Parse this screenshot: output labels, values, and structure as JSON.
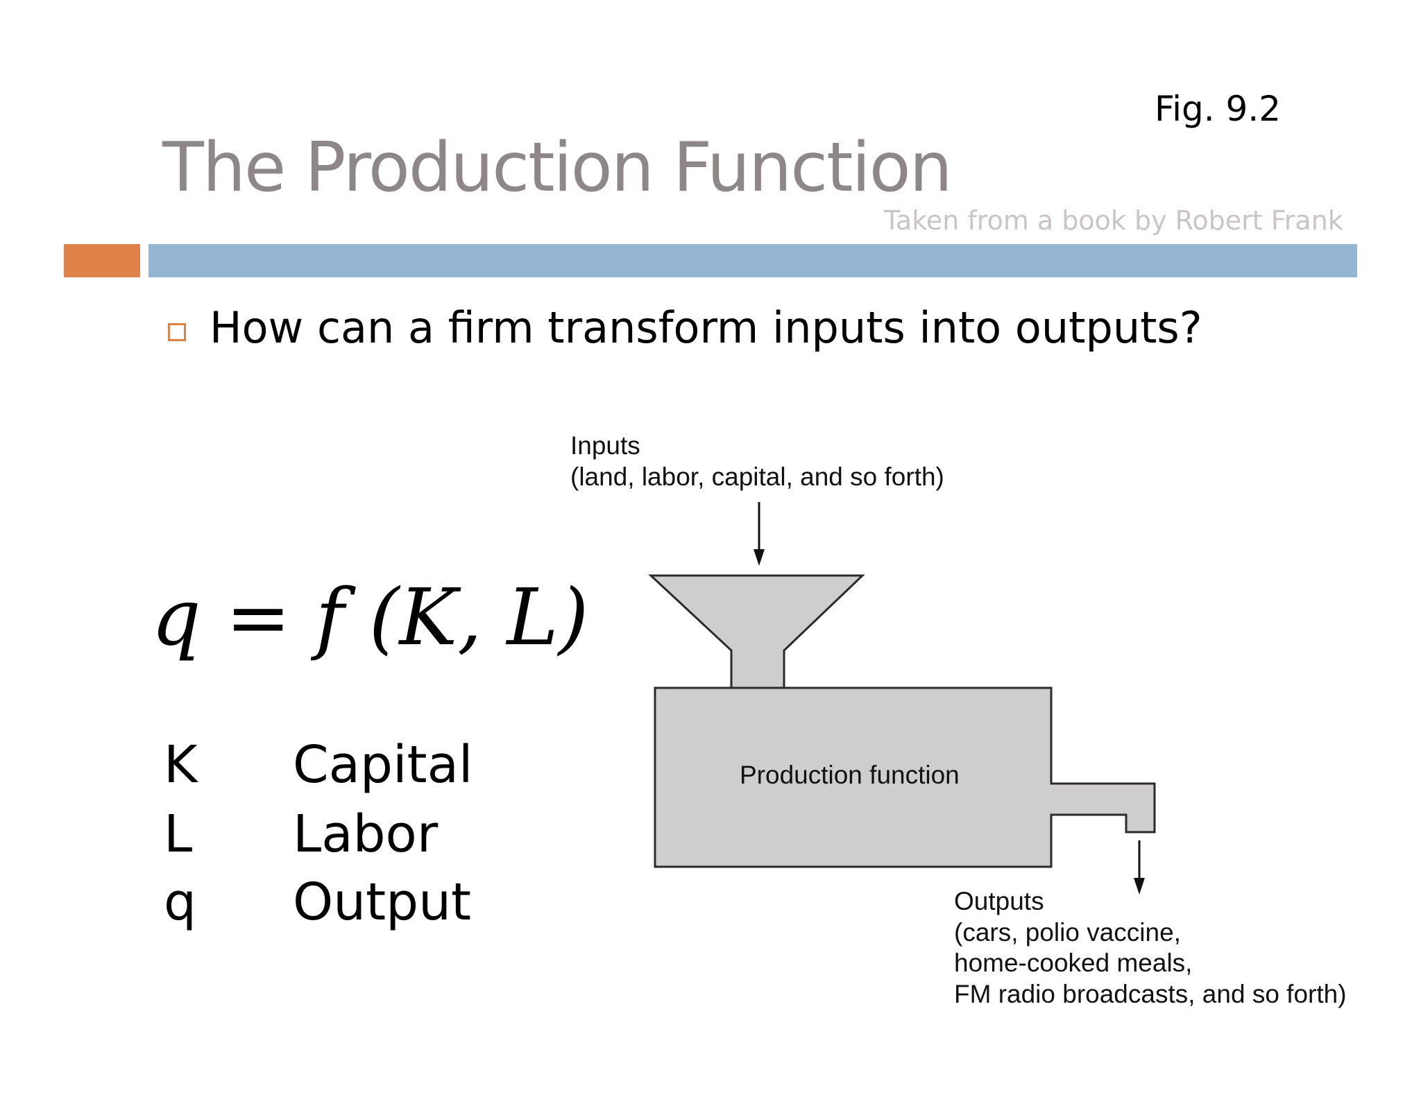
{
  "figure_label": "Fig. 9.2",
  "title": "The Production Function",
  "source_note": "Taken from a book by Robert Frank",
  "bullet": "How can a firm transform inputs into outputs?",
  "formula": "q = f (K, L)",
  "variables": [
    {
      "symbol": "K",
      "meaning": "Capital"
    },
    {
      "symbol": "L",
      "meaning": "Labor"
    },
    {
      "symbol": "q",
      "meaning": "Output"
    }
  ],
  "diagram": {
    "inputs_title": "Inputs",
    "inputs_detail": "(land, labor, capital, and so forth)",
    "box_label": "Production function",
    "outputs_title": "Outputs",
    "outputs_lines": [
      "(cars, polio vaccine,",
      "home-cooked meals,",
      "FM radio broadcasts, and so forth)"
    ]
  },
  "colors": {
    "title": "#8d8787",
    "accent_bar": "#de8249",
    "main_bar": "#94b6d2",
    "machine_fill": "#d0cdce"
  }
}
